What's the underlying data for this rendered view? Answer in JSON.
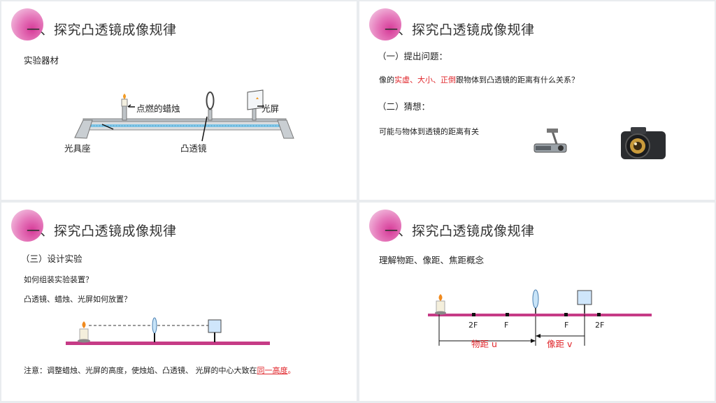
{
  "slides": [
    {
      "title": "一、探究凸透镜成像规律",
      "heading": "实验器材",
      "labels": {
        "candle": "点燃的蜡烛",
        "screen": "光屏",
        "bench": "光具座",
        "lens": "凸透镜"
      }
    },
    {
      "title": "一、探究凸透镜成像规律",
      "q_heading": "（一）提出问题：",
      "q_pre": "像的",
      "q_red1": "实虚",
      "q_sep1": "、",
      "q_red2": "大小",
      "q_sep2": "、",
      "q_red3": "正倒",
      "q_post": "跟物体到凸透镜的距离有什么关系？",
      "g_heading": "（二）猜想：",
      "g_text": "可能与物体到透镜的距离有关"
    },
    {
      "title": "一、探究凸透镜成像规律",
      "heading": "（三）设计实验",
      "q1": "如何组装实验装置？",
      "q2": "凸透镜、蜡烛、光屏如何放置？",
      "note_pre": "注意：调整蜡烛、光屏的高度，使烛焰、凸透镜、 光屏的中心大致在",
      "note_red": "同一高度",
      "note_end": "。"
    },
    {
      "title": "一、探究凸透镜成像规律",
      "heading": "理解物距、像距、焦距概念",
      "marks": [
        "2F",
        "F",
        "F",
        "2F"
      ],
      "object_distance": "物距 u",
      "image_distance": "像距 v"
    }
  ],
  "colors": {
    "accent_red": "#e0262b",
    "rail": "#c63b86"
  }
}
